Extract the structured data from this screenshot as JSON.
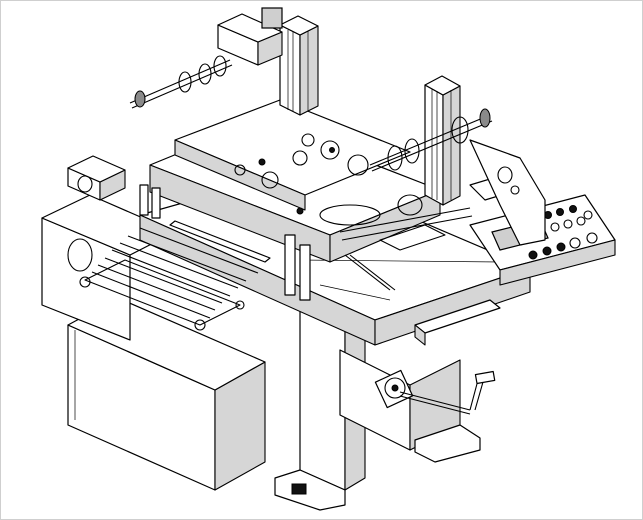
{
  "figure": {
    "style": "isometric line drawing",
    "line_color": "#000000",
    "background_color": "#ffffff",
    "labels": []
  },
  "components": [
    {
      "name": "base-cabinet",
      "icon": "box"
    },
    {
      "name": "main-table",
      "icon": "plate"
    },
    {
      "name": "feed-rollers",
      "icon": "roller"
    },
    {
      "name": "control-panel",
      "icon": "panel"
    },
    {
      "name": "column-left",
      "icon": "column"
    },
    {
      "name": "column-right",
      "icon": "column"
    },
    {
      "name": "hand-crank",
      "icon": "crank"
    }
  ]
}
